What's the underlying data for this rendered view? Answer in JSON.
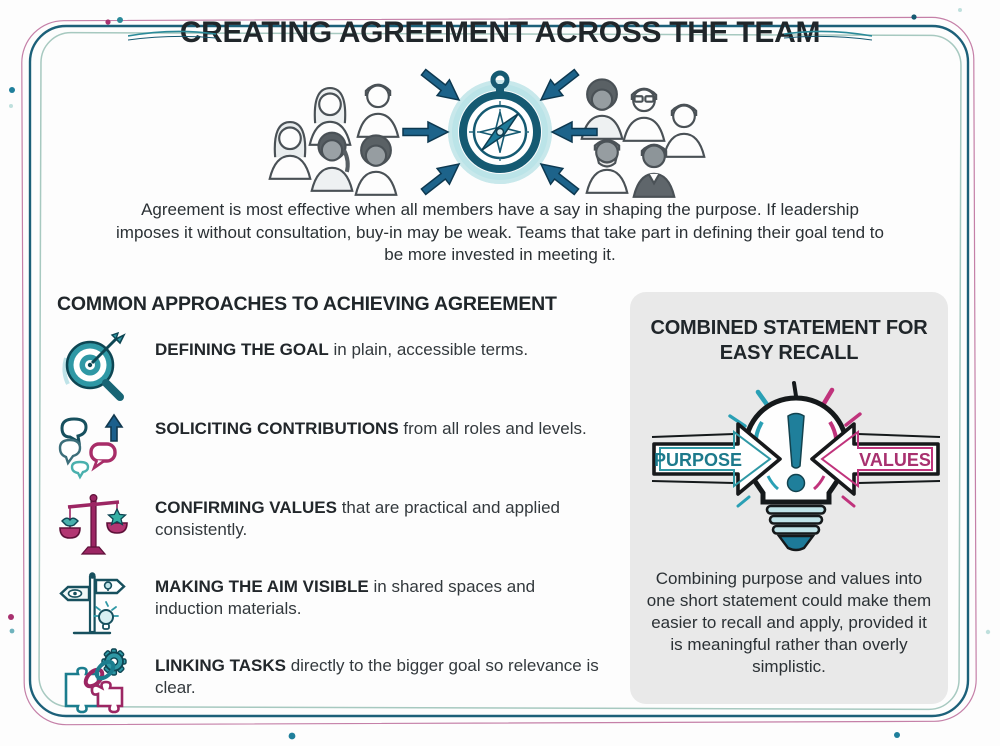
{
  "title": "CREATING AGREEMENT ACROSS THE TEAM",
  "intro": "Agreement is most effective when all members have a say in shaping the purpose. If leadership imposes it without consultation, buy-in may be weak. Teams that take part in defining their goal tend to be more invested in meeting it.",
  "hero": {
    "icon": "compass-icon",
    "description": "team members with arrows converging on a compass"
  },
  "approaches": {
    "heading": "COMMON APPROACHES TO ACHIEVING AGREEMENT",
    "items": [
      {
        "icon": "target-magnifier-icon",
        "bold": "DEFINING THE GOAL",
        "rest": " in plain, accessible terms."
      },
      {
        "icon": "speech-bubbles-icon",
        "bold": "SOLICITING CONTRIBUTIONS",
        "rest": " from all roles and levels."
      },
      {
        "icon": "balance-scales-icon",
        "bold": "CONFIRMING VALUES",
        "rest": " that are practical and applied consistently."
      },
      {
        "icon": "signpost-icon",
        "bold": "MAKING THE AIM VISIBLE",
        "rest": " in shared spaces and induction materials."
      },
      {
        "icon": "puzzle-chain-gear-icon",
        "bold": "LINKING TASKS",
        "rest": " directly to the bigger goal so relevance is clear."
      }
    ]
  },
  "combined": {
    "heading": "COMBINED STATEMENT FOR EASY RECALL",
    "icon": "lightbulb-icon",
    "arrow_left": "PURPOSE",
    "arrow_right": "VALUES",
    "body": "Combining purpose and values into one short statement could make them easier to recall and apply, provided it is meaningful rather than overly simplistic."
  },
  "colors": {
    "teal_dark": "#155a72",
    "teal_mid": "#1f7f9b",
    "teal_light": "#aadde2",
    "navy_arrow": "#1d638a",
    "magenta": "#a8316f",
    "panel_bg": "#e9e9e9",
    "ink": "#24292d"
  }
}
